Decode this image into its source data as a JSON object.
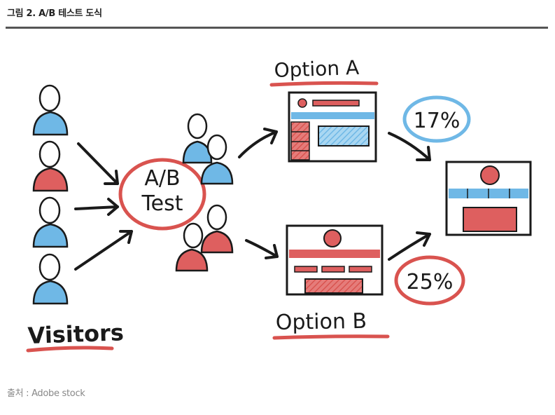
{
  "caption": {
    "title": "그림 2. A/B 테스트 도식",
    "source": "출처 : Adobe stock"
  },
  "diagram": {
    "visitors_label": "Visitors",
    "test_label_line1": "A/B",
    "test_label_line2": "Test",
    "option_a_label": "Option A",
    "option_b_label": "Option B",
    "option_a_rate": "17%",
    "option_b_rate": "25%",
    "colors": {
      "red": "#d9534f",
      "red_fill": "#de5f5f",
      "blue": "#6fb8e6",
      "blue_light": "#a9d7f2",
      "ink": "#1a1a1a"
    }
  }
}
